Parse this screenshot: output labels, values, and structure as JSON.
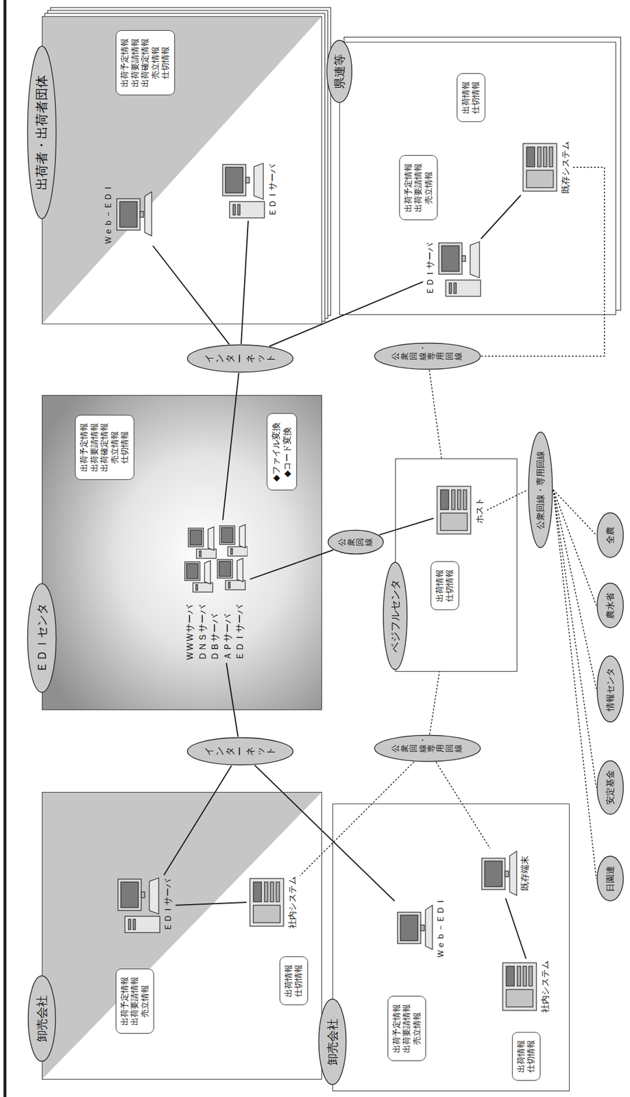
{
  "diagram": {
    "nodes": [
      {
        "text": [
          "卸売会社"
        ]
      },
      {
        "text": [
          "出荷予定情報 出荷要請情報 売立情報"
        ],
        "in": 0
      },
      {
        "text": [
          "出荷情報 仕切情報"
        ],
        "in": 0
      },
      {
        "text": [
          "ＥＤＩサーバ"
        ],
        "in": 0
      },
      {
        "text": [
          "社内システム"
        ],
        "in": 0
      },
      {
        "text": [
          "卸売会社"
        ]
      },
      {
        "text": [
          "出荷予定情報 出荷要請情報 売立情報"
        ],
        "in": 5
      },
      {
        "text": [
          "Ｗｅｂ－ＥＤＩ"
        ],
        "in": 5
      },
      {
        "text": [
          "出荷情報 仕切情報"
        ],
        "in": 5
      },
      {
        "text": [
          "社内システム"
        ],
        "in": 5
      },
      {
        "text": [
          "既存端末"
        ],
        "in": 5
      },
      {
        "text": [
          "ＥＤＩセンタ"
        ]
      },
      {
        "text": [
          "出荷予定情報 出荷要請情報 出荷確定情報 売立情報 仕切情報"
        ],
        "in": 11
      },
      {
        "text": [
          "ＷＷＷサーバ ＤＮＳサーバ ＤＢサーバ ＡＰサーバ ＥＤＩサーバ"
        ],
        "in": 11
      },
      {
        "text": [
          "◆ファイル変換 ◆コード変換"
        ],
        "in": 11
      },
      {
        "text": [
          "インターネット"
        ]
      },
      {
        "text": [
          "公衆回線・専用回線"
        ]
      },
      {
        "text": [
          "公衆回線"
        ]
      },
      {
        "text": [
          "ベジフルセンタ"
        ]
      },
      {
        "text": [
          "出荷情報 仕切情報"
        ],
        "in": 18
      },
      {
        "text": [
          "ホスト"
        ],
        "in": 18
      },
      {
        "text": [
          "公衆回線・専用回線"
        ]
      },
      {
        "text": [
          "日園連"
        ]
      },
      {
        "text": [
          "安定基金"
        ]
      },
      {
        "text": [
          "情報センタ"
        ]
      },
      {
        "text": [
          "農水省"
        ]
      },
      {
        "text": [
          "全農"
        ]
      },
      {
        "text": [
          "インターネット"
        ]
      },
      {
        "text": [
          "公衆回線・専用回線"
        ]
      },
      {
        "text": [
          "出荷者・出荷者団体"
        ]
      },
      {
        "text": [
          "出荷予定情報 出荷要請情報 出荷確定情報 売立情報 仕切情報"
        ],
        "in": 29
      },
      {
        "text": [
          "Ｗｅｂ－ＥＤＩ"
        ],
        "in": 29
      },
      {
        "text": [
          "ＥＤＩサーバ"
        ],
        "in": 29
      },
      {
        "text": [
          "県連等"
        ]
      },
      {
        "text": [
          "出荷予定情報 出荷要請情報 売立情報"
        ],
        "in": 33
      },
      {
        "text": [
          "ＥＤＩサーバ"
        ],
        "in": 33
      },
      {
        "text": [
          "出荷情報 仕切情報"
        ],
        "in": 33
      },
      {
        "text": [
          "既存システム"
        ],
        "in": 33
      }
    ],
    "edges": [
      {
        "from": 3,
        "to": 4,
        "arrow": "none"
      },
      {
        "from": 15,
        "to": 3,
        "arrow": "none"
      },
      {
        "from": 15,
        "to": 7,
        "arrow": "none"
      },
      {
        "from": 15,
        "to": 13,
        "arrow": "none"
      },
      {
        "from": 16,
        "to": 4,
        "arrow": "none"
      },
      {
        "from": 16,
        "to": 10,
        "arrow": "none"
      },
      {
        "from": 16,
        "to": 18,
        "arrow": "none"
      },
      {
        "from": 9,
        "to": 10,
        "arrow": "none"
      },
      {
        "from": 13,
        "to": 17,
        "arrow": "none"
      },
      {
        "from": 17,
        "to": 20,
        "arrow": "none"
      },
      {
        "from": 20,
        "to": 21,
        "arrow": "none"
      },
      {
        "from": 21,
        "to": 22,
        "arrow": "none"
      },
      {
        "from": 21,
        "to": 23,
        "arrow": "none"
      },
      {
        "from": 21,
        "to": 24,
        "arrow": "none"
      },
      {
        "from": 21,
        "to": 25,
        "arrow": "none"
      },
      {
        "from": 21,
        "to": 26,
        "arrow": "none"
      },
      {
        "from": 13,
        "to": 27,
        "arrow": "none"
      },
      {
        "from": 27,
        "to": 31,
        "arrow": "none"
      },
      {
        "from": 27,
        "to": 32,
        "arrow": "none"
      },
      {
        "from": 27,
        "to": 35,
        "arrow": "none"
      },
      {
        "from": 35,
        "to": 37,
        "arrow": "none"
      },
      {
        "from": 28,
        "to": 18,
        "arrow": "none"
      },
      {
        "from": 28,
        "to": 37,
        "arrow": "none"
      }
    ]
  }
}
